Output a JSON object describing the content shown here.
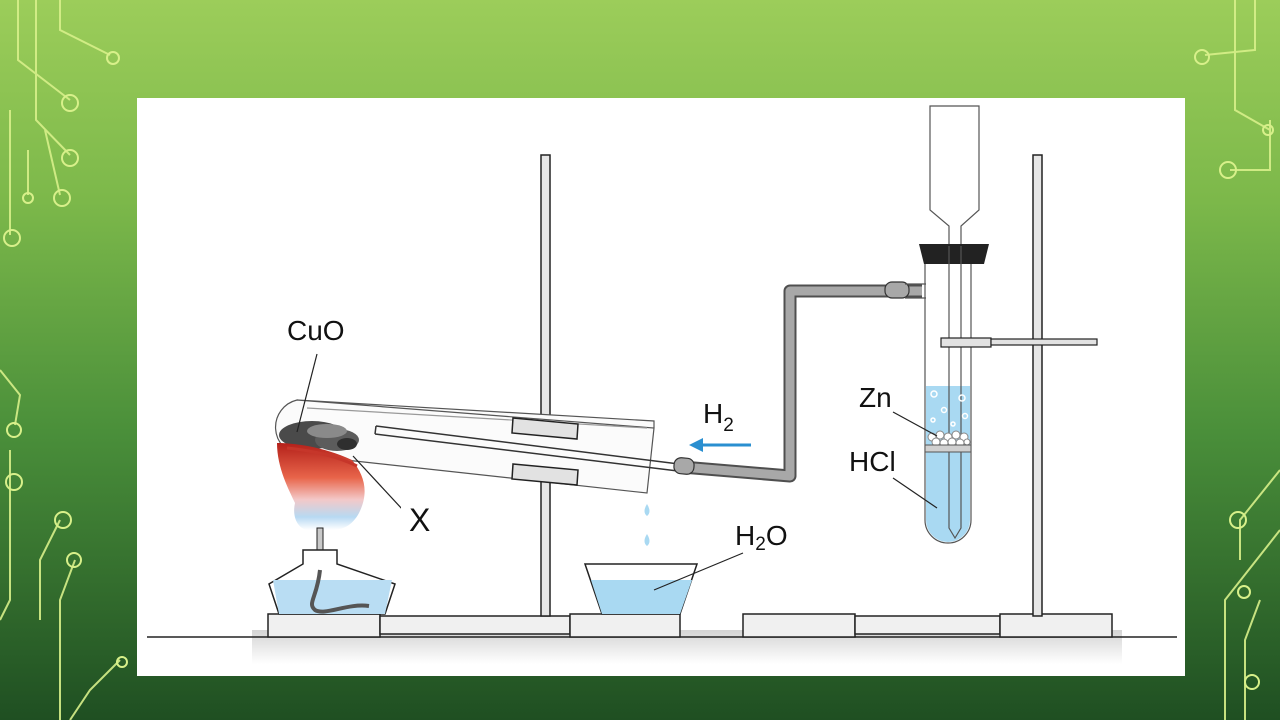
{
  "labels": {
    "cuo": "CuO",
    "x": "X",
    "h2_main": "H",
    "h2_sub": "2",
    "h2o_main1": "H",
    "h2o_sub": "2",
    "h2o_main2": "O",
    "zn": "Zn",
    "hcl": "HCl"
  },
  "colors": {
    "arrow": "#2a8fd0",
    "liquid": "#a9d9f2",
    "tube_gray": "#9b9b9b",
    "stopper": "#222222"
  }
}
